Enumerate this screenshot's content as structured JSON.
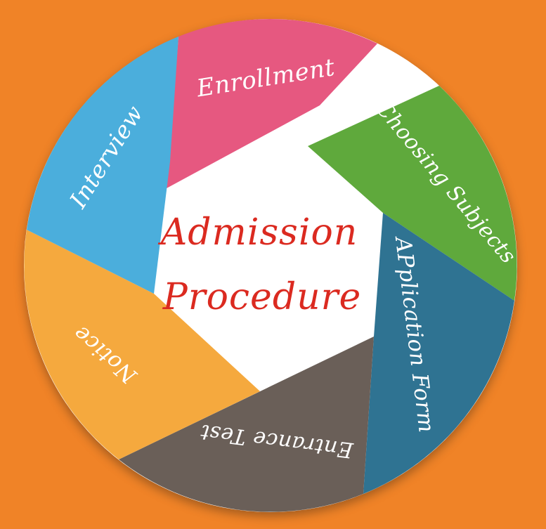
{
  "background_color": "#F08327",
  "wheel_color": "#FFFFFF",
  "label_color": "#FFFFFF",
  "title": {
    "line1": "Admission",
    "line2": "Procedure",
    "color": "#DB2A20"
  },
  "segments": [
    {
      "label": "Enrollment",
      "color": "#E65880"
    },
    {
      "label": "Choosing Subjects",
      "color": "#5FA93C"
    },
    {
      "label": "APplication Form",
      "color": "#2F7392"
    },
    {
      "label": "Entrance Test",
      "color": "#6A5F58"
    },
    {
      "label": "Notice",
      "color": "#F5A93E"
    },
    {
      "label": "Interview",
      "color": "#4BAEDC"
    }
  ]
}
